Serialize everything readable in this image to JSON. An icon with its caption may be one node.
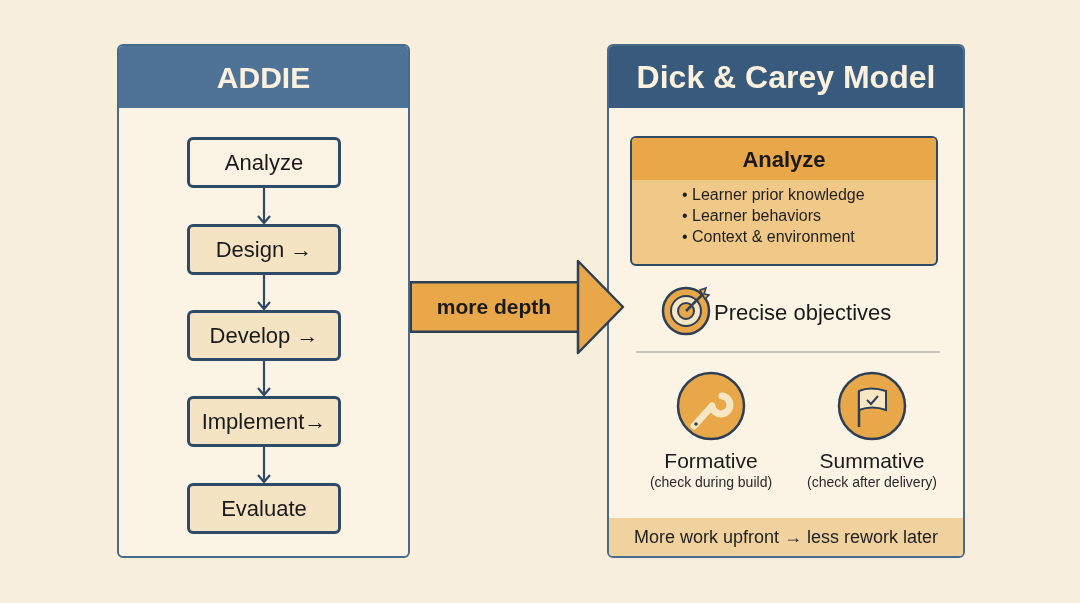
{
  "diagram": {
    "nodes": [
      {
        "text": [
          "ADDIE"
        ]
      },
      {
        "text": [
          "Analyze"
        ],
        "in": 0
      },
      {
        "text": [
          "Design →"
        ],
        "in": 0
      },
      {
        "text": [
          "Develop →"
        ],
        "in": 0
      },
      {
        "text": [
          "Implement→"
        ],
        "in": 0
      },
      {
        "text": [
          "Evaluate"
        ],
        "in": 0
      },
      {
        "text": [
          "Dick & Carey Model"
        ]
      },
      {
        "text": [
          "Analyze",
          "• Learner prior knowledge",
          "• Learner behaviors",
          "• Context & environment"
        ],
        "in": 6
      },
      {
        "text": [
          "More work upfront → less rework later"
        ],
        "in": 6
      }
    ],
    "edges": [
      {
        "from": 1,
        "to": 2,
        "arrow": "to"
      },
      {
        "from": 2,
        "to": 3,
        "arrow": "to"
      },
      {
        "from": 3,
        "to": 4,
        "arrow": "to"
      },
      {
        "from": 4,
        "to": 5,
        "arrow": "to"
      },
      {
        "from": 0,
        "to": 6,
        "arrow": "to",
        "label": "more depth",
        "style": "thick",
        "color": "#e8a84a"
      }
    ],
    "labels": [
      "Precise objectives",
      "Formative",
      "(check during build)",
      "Summative",
      "(check after delivery)"
    ]
  }
}
